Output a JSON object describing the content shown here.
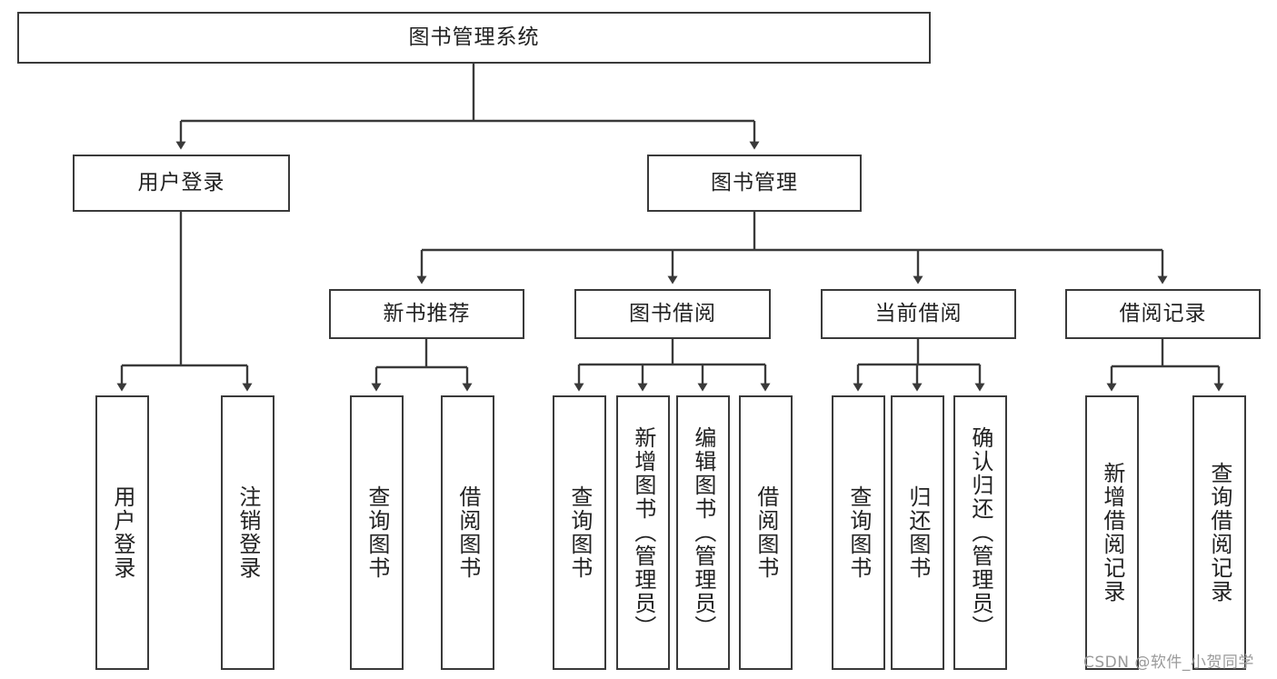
{
  "diagram": {
    "type": "tree-hierarchy-chart",
    "title": "图书管理系统",
    "stroke_color": "#3a3a3a",
    "text_color": "#222222",
    "background_color": "#ffffff",
    "root": {
      "id": "root",
      "label": "图书管理系统"
    },
    "level2": [
      {
        "id": "user-login",
        "label": "用户登录"
      },
      {
        "id": "book-management",
        "label": "图书管理"
      }
    ],
    "level3": [
      {
        "id": "new-book-recommend",
        "label": "新书推荐",
        "parent": "book-management"
      },
      {
        "id": "book-borrow",
        "label": "图书借阅",
        "parent": "book-management"
      },
      {
        "id": "current-borrow",
        "label": "当前借阅",
        "parent": "book-management"
      },
      {
        "id": "borrow-record",
        "label": "借阅记录",
        "parent": "book-management"
      }
    ],
    "leaves": {
      "user-login": [
        {
          "id": "leaf-user-login",
          "label": "用户登录"
        },
        {
          "id": "leaf-logout",
          "label": "注销登录"
        }
      ],
      "new-book-recommend": [
        {
          "id": "leaf-query-book-1",
          "label": "查询图书"
        },
        {
          "id": "leaf-borrow-book-1",
          "label": "借阅图书"
        }
      ],
      "book-borrow": [
        {
          "id": "leaf-query-book-2",
          "label": "查询图书"
        },
        {
          "id": "leaf-add-book",
          "label": "新增图书（管理员）"
        },
        {
          "id": "leaf-edit-book",
          "label": "编辑图书（管理员）"
        },
        {
          "id": "leaf-borrow-book-2",
          "label": "借阅图书"
        }
      ],
      "current-borrow": [
        {
          "id": "leaf-query-book-3",
          "label": "查询图书"
        },
        {
          "id": "leaf-return-book",
          "label": "归还图书"
        },
        {
          "id": "leaf-confirm-return",
          "label": "确认归还（管理员）"
        }
      ],
      "borrow-record": [
        {
          "id": "leaf-add-record",
          "label": "新增借阅记录"
        },
        {
          "id": "leaf-query-record",
          "label": "查询借阅记录"
        }
      ]
    }
  },
  "watermark": {
    "text": "CSDN @软件_小贺同学"
  }
}
